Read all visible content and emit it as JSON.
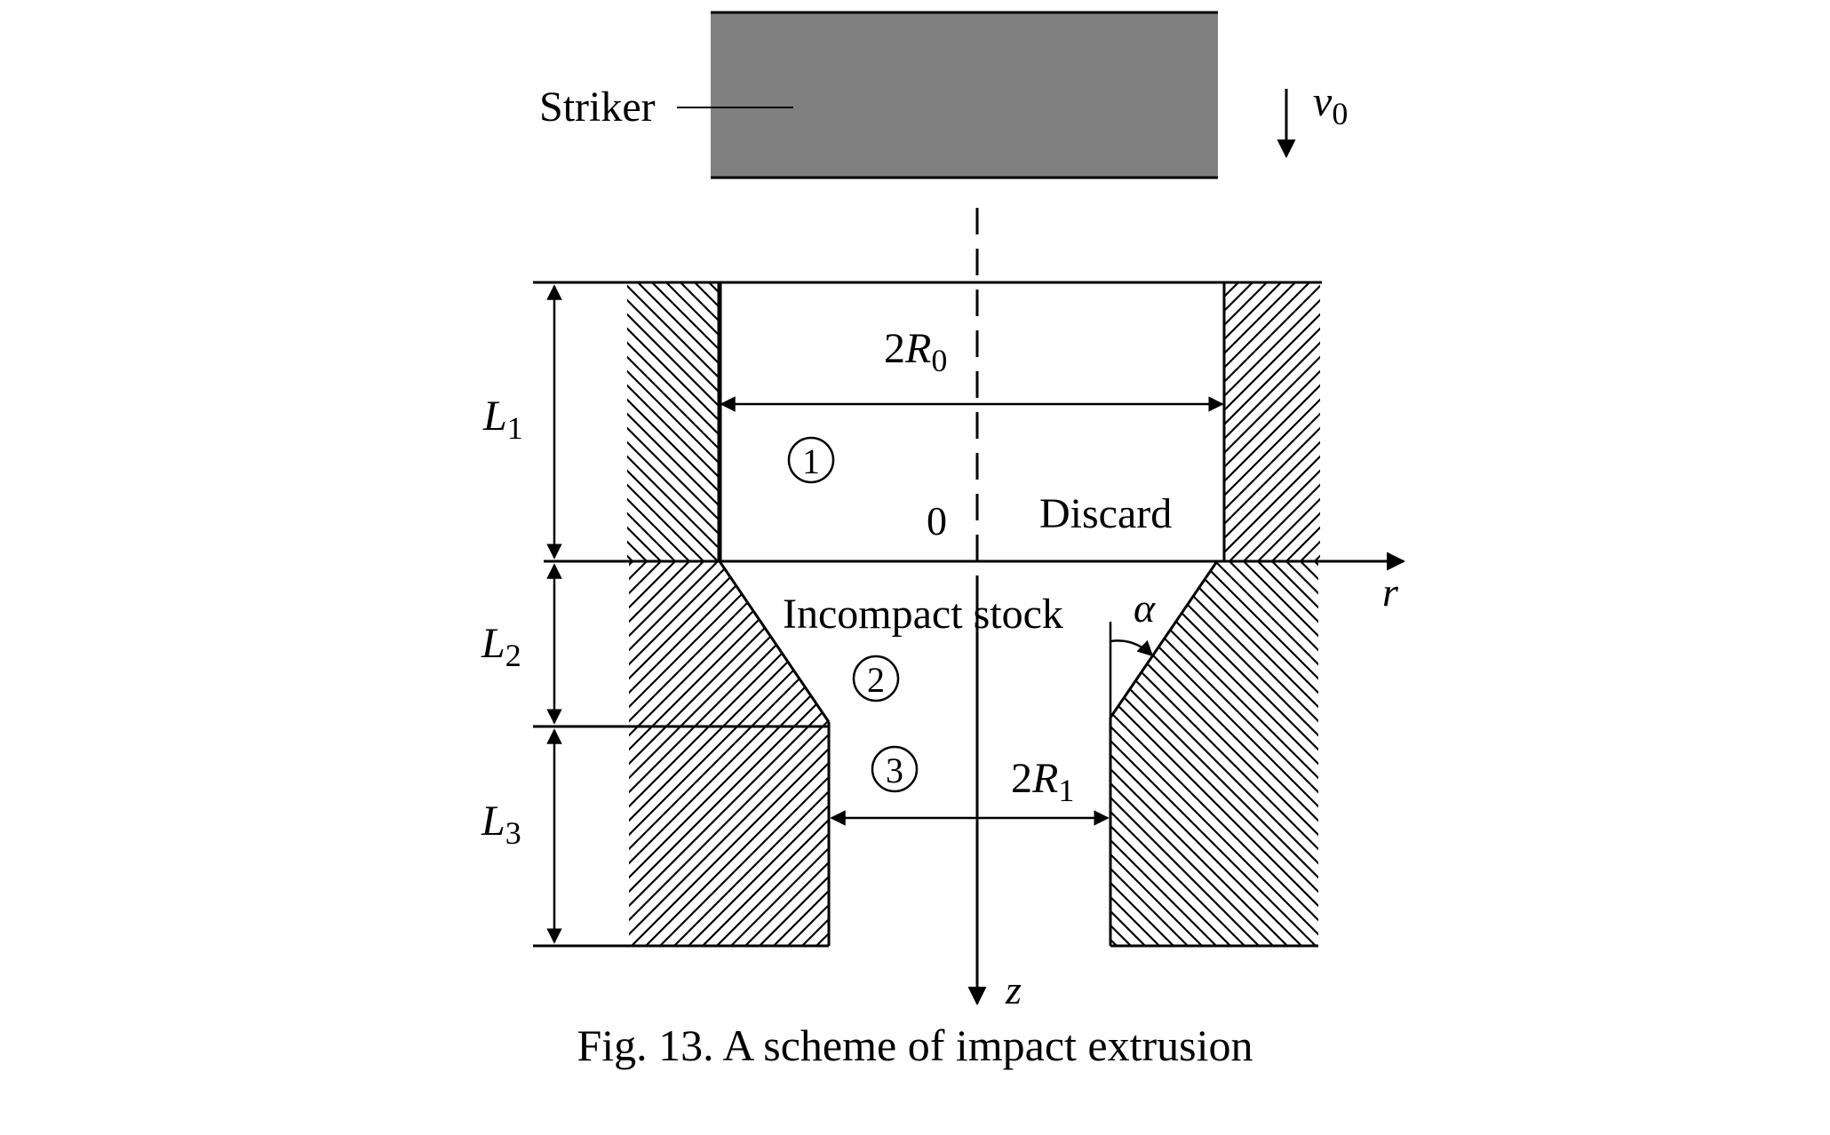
{
  "labels": {
    "striker": "Striker",
    "discard": "Discard",
    "incompact_stock": "Incompact stock",
    "origin": "0"
  },
  "symbols": {
    "v0_main": "v",
    "v0_sub": "0",
    "R0_pre": "2",
    "R0_main": "R",
    "R0_sub": "0",
    "R1_pre": "2",
    "R1_main": "R",
    "R1_sub": "1",
    "L1_main": "L",
    "L1_sub": "1",
    "L2_main": "L",
    "L2_sub": "2",
    "L3_main": "L",
    "L3_sub": "3",
    "alpha": "α",
    "r_axis": "r",
    "z_axis": "z"
  },
  "zones": {
    "zone1": "1",
    "zone2": "2",
    "zone3": "3"
  },
  "caption": "Fig. 13. A scheme of impact extrusion",
  "colors": {
    "striker_fill": "#808080",
    "line": "#000000",
    "background": "#ffffff"
  }
}
